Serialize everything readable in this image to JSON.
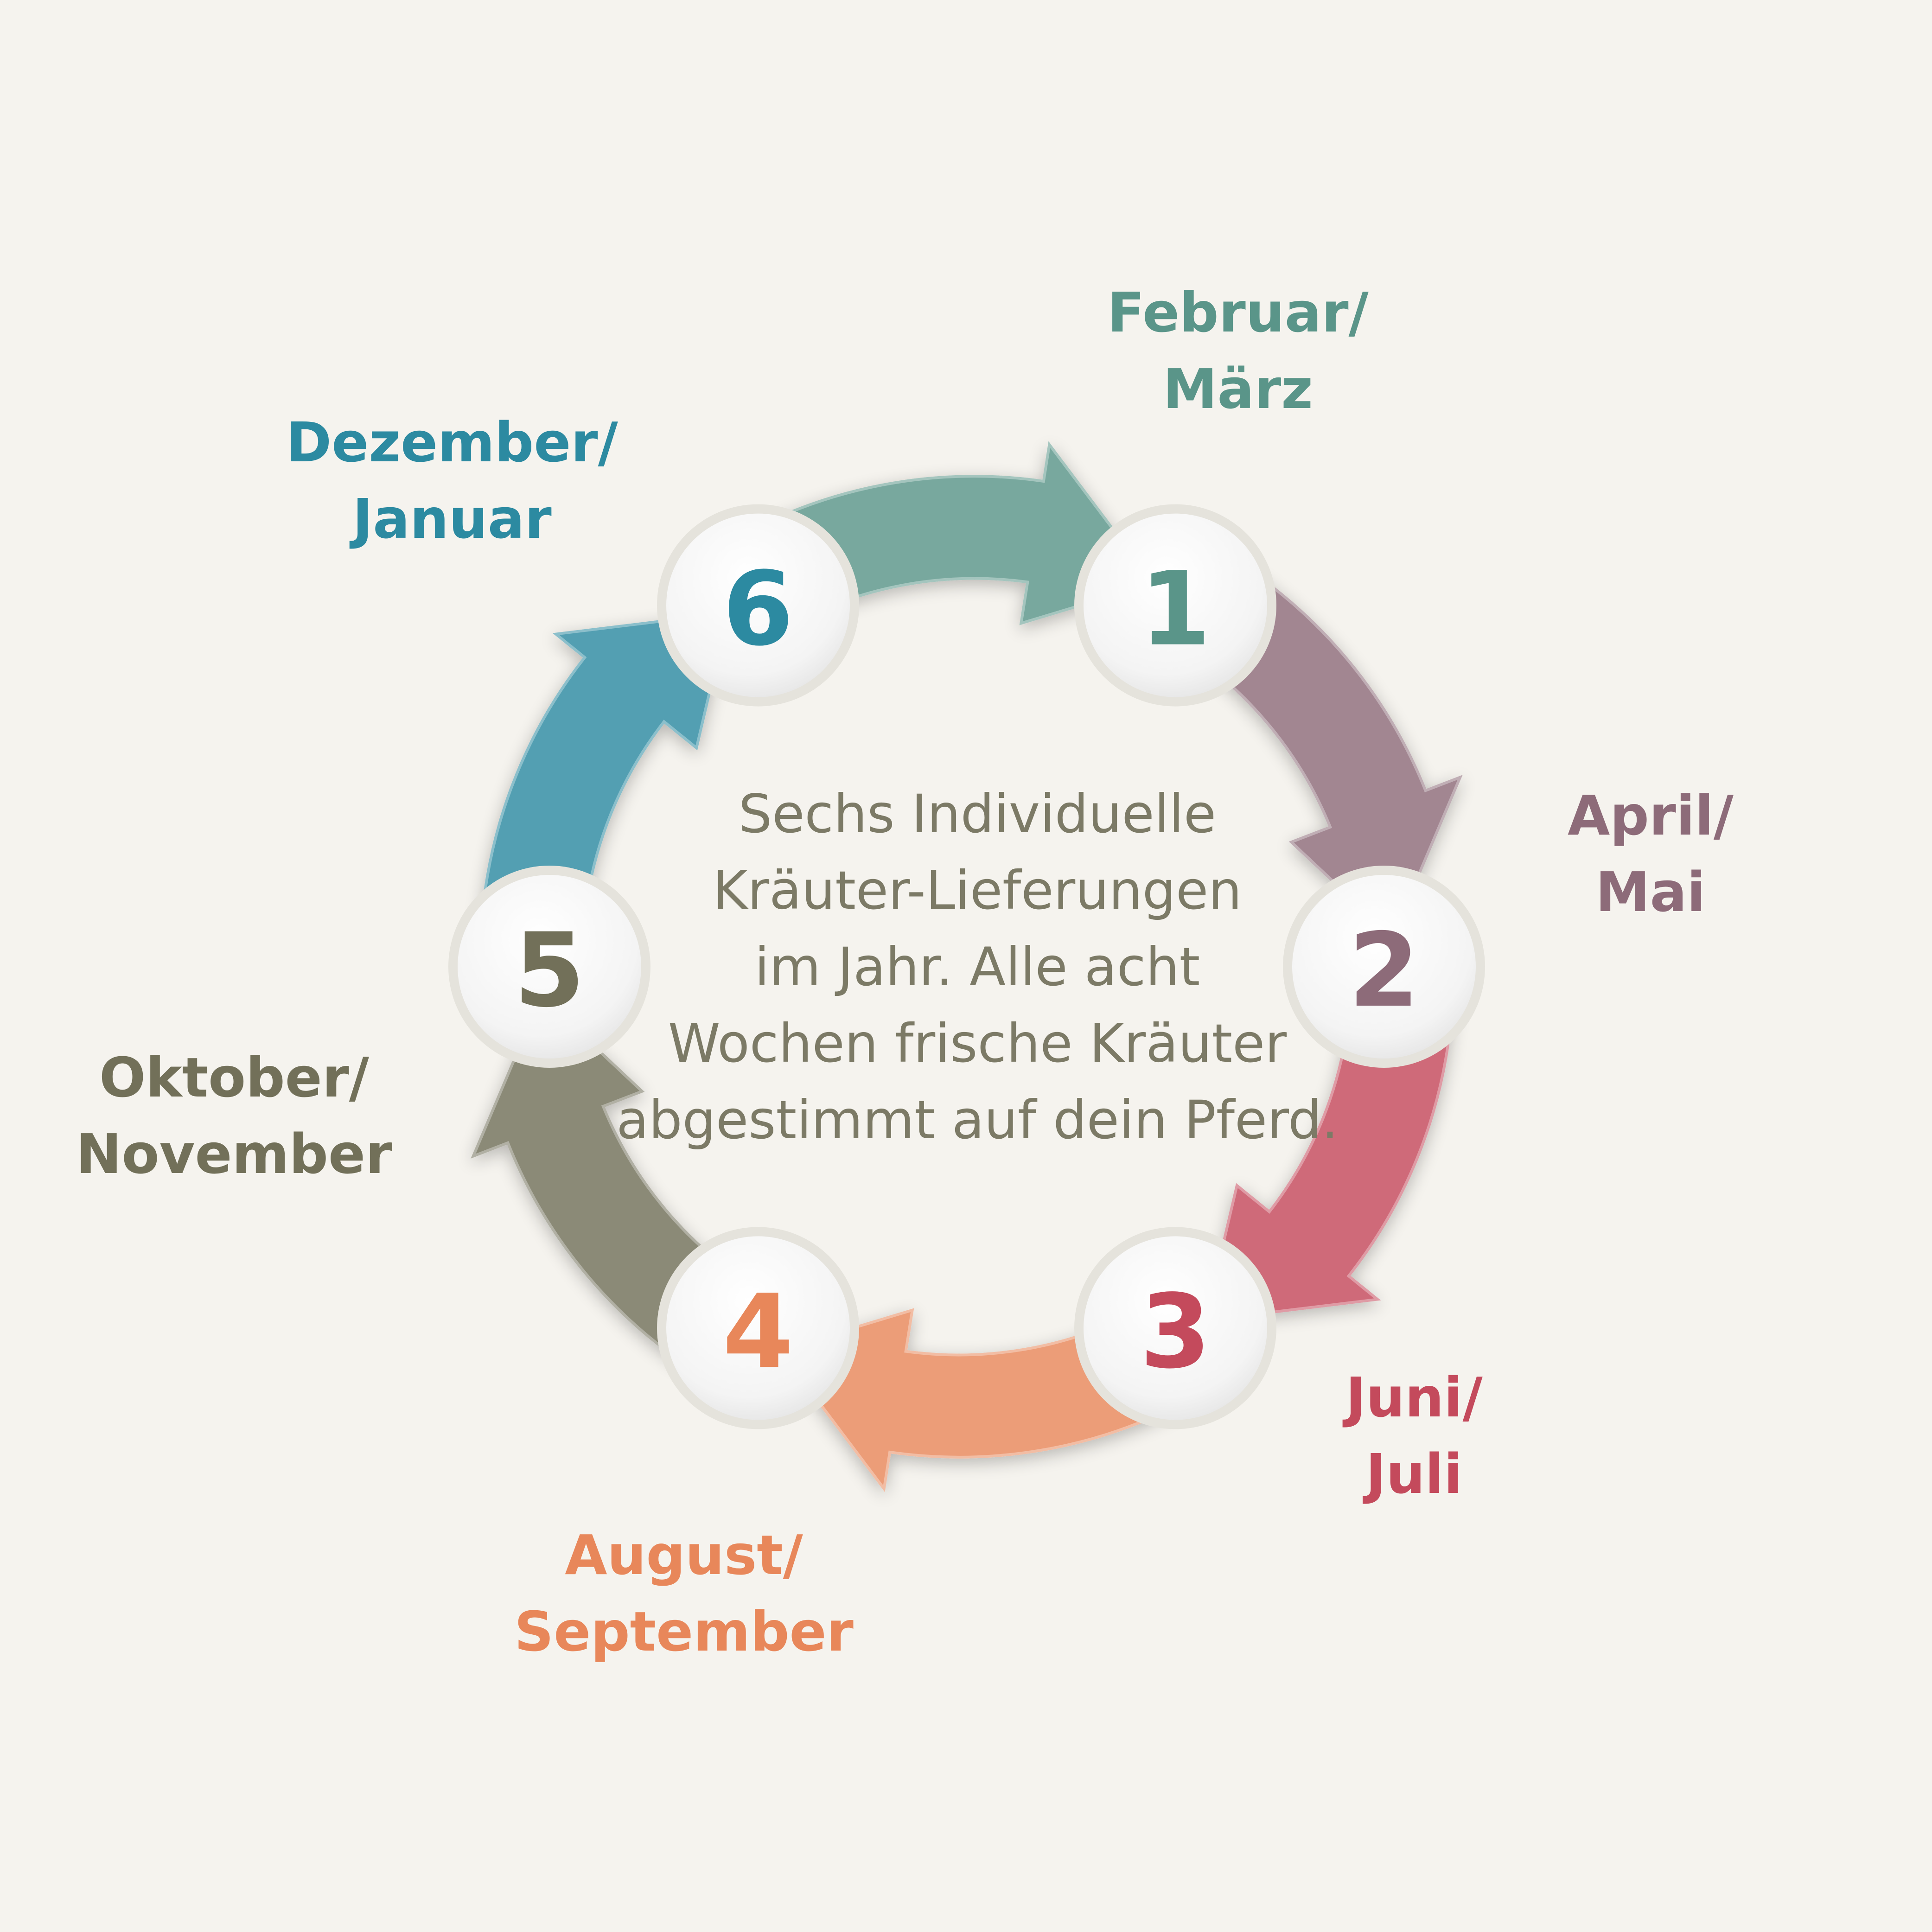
{
  "colors": {
    "background": "#f5f3ee",
    "step1": "#5a9589",
    "step2": "#8d6b79",
    "step3": "#c44a5c",
    "step4": "#e8875a",
    "step5": "#727059",
    "step6": "#2c8aa1",
    "center_text": "#7c7a66"
  },
  "steps": [
    {
      "number": "1",
      "period_line1": "Februar/",
      "period_line2": "März",
      "color_key": "step1"
    },
    {
      "number": "2",
      "period_line1": "April/",
      "period_line2": "Mai",
      "color_key": "step2"
    },
    {
      "number": "3",
      "period_line1": "Juni/",
      "period_line2": "Juli",
      "color_key": "step3"
    },
    {
      "number": "4",
      "period_line1": "August/",
      "period_line2": "September",
      "color_key": "step4"
    },
    {
      "number": "5",
      "period_line1": "Oktober/",
      "period_line2": "November",
      "color_key": "step5"
    },
    {
      "number": "6",
      "period_line1": "Dezember/",
      "period_line2": "Januar",
      "color_key": "step6"
    }
  ],
  "center_text": [
    "Sechs Individuelle",
    "Kräuter-Lieferungen",
    "im Jahr.  Alle acht",
    "Wochen frische Kräuter",
    "abgestimmt auf dein Pferd."
  ]
}
